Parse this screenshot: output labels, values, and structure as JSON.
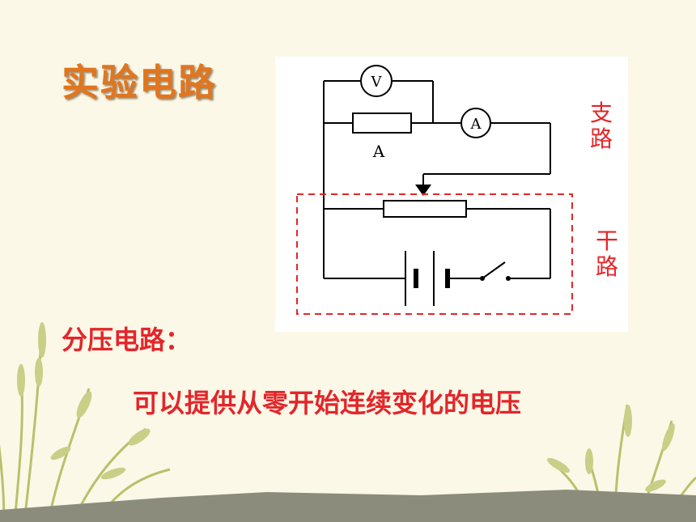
{
  "slide": {
    "title": "实验电路",
    "subtitle": "分压电路：",
    "description": "可以提供从零开始连续变化的电压",
    "branch_label": "支路",
    "trunk_label": "干路"
  },
  "circuit": {
    "voltmeter_symbol": "V",
    "ammeter_symbol": "A",
    "resistor_label": "A"
  },
  "colors": {
    "background": "#fbf8e8",
    "title": "#e0761f",
    "text_red": "#e3262a",
    "dashed_box": "#e3262a",
    "ground": "#8a8a7a",
    "grass": "#b8c46a"
  }
}
